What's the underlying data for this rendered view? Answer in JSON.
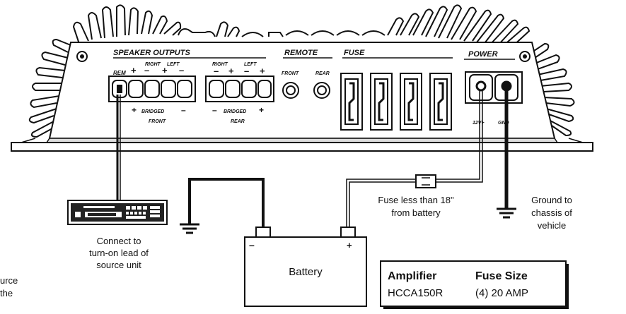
{
  "amp": {
    "speaker_outputs": "SPEAKER OUTPUTS",
    "remote": "REMOTE",
    "fuse": "FUSE",
    "power": "POWER",
    "rem": "REM",
    "right": "RIGHT",
    "left": "LEFT",
    "plus": "+",
    "minus": "–",
    "bridged": "BRIDGED",
    "front": "FRONT",
    "rear": "REAR",
    "remote_front": "FRONT",
    "remote_rear": "REAR",
    "power_pos": "12V+",
    "power_gnd": "GND"
  },
  "callouts": {
    "fuse_line1": "Fuse less than 18\"",
    "fuse_line2": "from battery",
    "ground_line1": "Ground to",
    "ground_line2": "chassis of",
    "ground_line3": "vehicle",
    "connect_line1": "Connect to",
    "connect_line2": "turn-on lead of",
    "connect_line3": "source unit",
    "cut_line1": "urce",
    "cut_line2": "the"
  },
  "battery": {
    "label": "Battery",
    "neg": "–",
    "pos": "+"
  },
  "spec_table": {
    "col1_header": "Amplifier",
    "col2_header": "Fuse Size",
    "model": "HCCA150R",
    "fuse_size": "(4) 20 AMP"
  }
}
